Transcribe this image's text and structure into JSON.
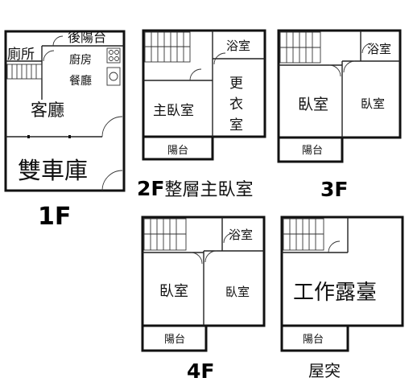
{
  "floors": {
    "f1": {
      "label": "1F",
      "rooms": {
        "rear_balcony": "後陽台",
        "toilet": "廁所",
        "kitchen": "廚房",
        "dining": "餐廳",
        "living": "客廳",
        "garage": "雙車庫"
      }
    },
    "f2": {
      "label": "2F",
      "caption": "整層主臥室",
      "rooms": {
        "bath": "浴室",
        "master": "主臥室",
        "closet_1": "更",
        "closet_2": "衣",
        "closet_3": "室",
        "balcony": "陽台"
      }
    },
    "f3": {
      "label": "3F",
      "rooms": {
        "bath": "浴室",
        "bedroom_left": "臥室",
        "bedroom_right": "臥室",
        "balcony": "陽台"
      }
    },
    "f4": {
      "label": "4F",
      "rooms": {
        "bath": "浴室",
        "bedroom_left": "臥室",
        "bedroom_right": "臥室",
        "balcony": "陽台"
      }
    },
    "roof": {
      "label": "屋突",
      "rooms": {
        "terrace": "工作露臺",
        "balcony": "陽台"
      }
    }
  }
}
